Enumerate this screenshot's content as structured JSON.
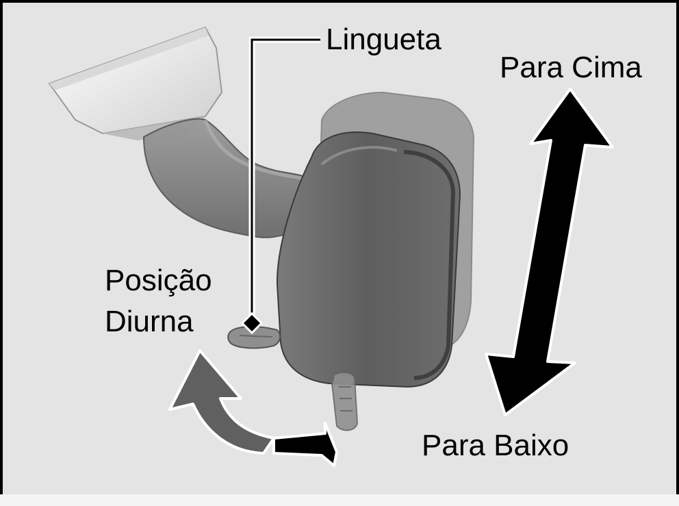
{
  "labels": {
    "tab": "Lingueta",
    "up": "Para Cima",
    "down": "Para Baixo",
    "day_position_line1": "Posição",
    "day_position_line2": "Diurna"
  },
  "colors": {
    "background": "#e4e4e4",
    "frame": "#000000",
    "arrow_up_down": "#000000",
    "arrow_day_position_gray": "#606060",
    "arrow_day_position_black": "#000000",
    "mirror_body": "#707070",
    "mirror_ghost": "#8a8a8a",
    "mount": "#f2f2f2"
  }
}
